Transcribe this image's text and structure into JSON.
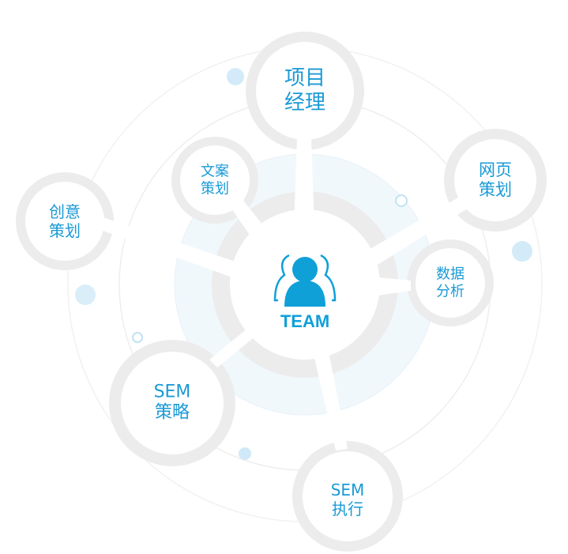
{
  "center": {
    "label": "TEAM",
    "icon": "team-people-icon"
  },
  "colors": {
    "accent": "#1a9ad6",
    "ring": "#ececec",
    "halo": "#f1f8fc",
    "dot": "#cfe9f8"
  },
  "nodes": [
    {
      "id": "project-manager",
      "line1": "项目",
      "line2": "经理"
    },
    {
      "id": "copywriting",
      "line1": "文案",
      "line2": "策划"
    },
    {
      "id": "web-planning",
      "line1": "网页",
      "line2": "策划"
    },
    {
      "id": "creative-planning",
      "line1": "创意",
      "line2": "策划"
    },
    {
      "id": "data-analysis",
      "line1": "数据",
      "line2": "分析"
    },
    {
      "id": "sem-strategy",
      "line1": "SEM",
      "line2": "策略"
    },
    {
      "id": "sem-execution",
      "line1": "SEM",
      "line2": "执行"
    }
  ]
}
